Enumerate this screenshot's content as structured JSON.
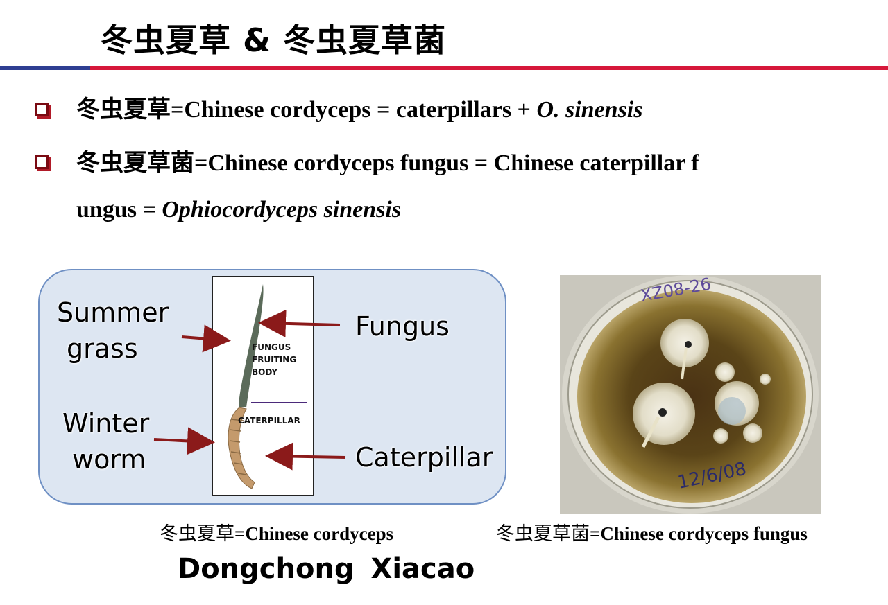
{
  "title": "冬虫夏草 & 冬虫夏草菌",
  "bullets": [
    {
      "zh": "冬虫夏草",
      "text": "=Chinese cordyceps = caterpillars + ",
      "italic": "O. sinensis"
    },
    {
      "zh": "冬虫夏草菌",
      "text": "=Chinese cordyceps fungus = Chinese caterpillar f",
      "text2": "ungus = ",
      "italic": "Ophiocordyceps sinensis"
    }
  ],
  "diagram": {
    "labels": {
      "summer_grass": [
        "Summer",
        "grass"
      ],
      "fungus": "Fungus",
      "winter_worm": [
        "Winter",
        "worm"
      ],
      "caterpillar": "Caterpillar"
    },
    "inner": {
      "fungus_fruiting_body": [
        "FUNGUS",
        "FRUITING",
        "BODY"
      ],
      "caterpillar": "CATERPILLAR"
    }
  },
  "photo": {
    "dish_label_top": "XZ08-26",
    "dish_label_bottom": "12/6/08"
  },
  "captions": {
    "left_zh": "冬虫夏草",
    "left_en": "=Chinese cordyceps",
    "right_zh": "冬虫夏草菌",
    "right_en": "=Chinese cordyceps fungus"
  },
  "bottom_name": "Dongchong Xiacao",
  "colors": {
    "accent_blue": "#2e3e92",
    "accent_red": "#d6183a",
    "arrow": "#8b1a1a",
    "panel": "#dde6f2"
  }
}
